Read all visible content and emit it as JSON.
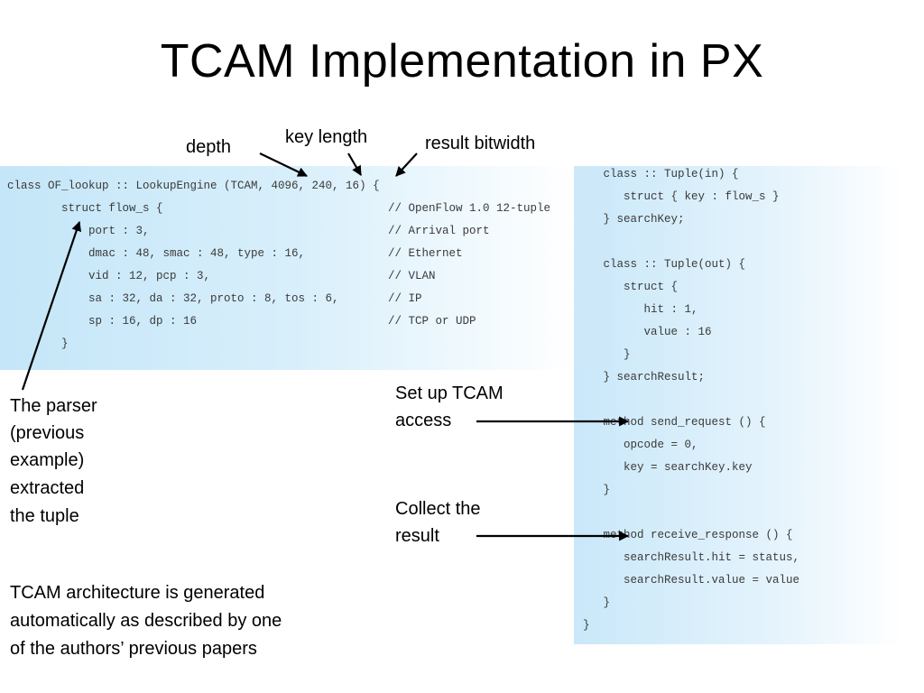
{
  "title": "TCAM Implementation in PX",
  "annotations": {
    "depth": "depth",
    "key_length": "key length",
    "result_bitwidth": "result bitwidth",
    "setup_line1": "Set up TCAM",
    "setup_line2": "access",
    "collect_line1": "Collect the",
    "collect_line2": "result",
    "parser_lines": [
      "The parser",
      "(previous",
      "example)",
      "extracted",
      "the tuple"
    ],
    "arch_lines": [
      "TCAM architecture is generated",
      "automatically as described by one",
      "of the authors’ previous papers"
    ]
  },
  "code_left": [
    {
      "code": "class OF_lookup :: LookupEngine (TCAM, 4096, 240, 16) {",
      "comment": ""
    },
    {
      "code": "        struct flow_s {",
      "comment": "// OpenFlow 1.0 12-tuple"
    },
    {
      "code": "            port : 3,",
      "comment": "// Arrival port"
    },
    {
      "code": "            dmac : 48, smac : 48, type : 16,",
      "comment": "// Ethernet"
    },
    {
      "code": "            vid : 12, pcp : 3,",
      "comment": "// VLAN"
    },
    {
      "code": "            sa : 32, da : 32, proto : 8, tos : 6,",
      "comment": "// IP"
    },
    {
      "code": "            sp : 16, dp : 16",
      "comment": "// TCP or UDP"
    },
    {
      "code": "        }",
      "comment": ""
    }
  ],
  "code_right": [
    "   class :: Tuple(in) {",
    "      struct { key : flow_s }",
    "   } searchKey;",
    "",
    "   class :: Tuple(out) {",
    "      struct {",
    "         hit : 1,",
    "         value : 16",
    "      }",
    "   } searchResult;",
    "",
    "   method send_request () {",
    "      opcode = 0,",
    "      key = searchKey.key",
    "   }",
    "",
    "   method receive_response () {",
    "      searchResult.hit = status,",
    "      searchResult.value = value",
    "   }",
    "}"
  ]
}
